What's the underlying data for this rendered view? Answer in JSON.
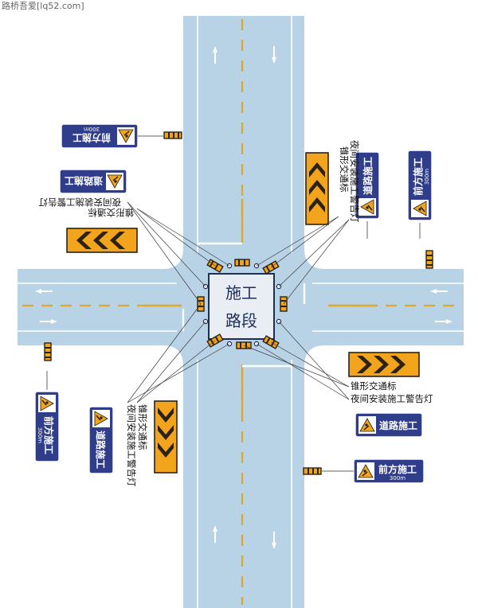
{
  "watermark": "路桥吾爱[lq52.com]",
  "work_zone": {
    "line1": "施工",
    "line2": "路段"
  },
  "signs": {
    "road_works": "道路施工",
    "works_ahead": "前方施工",
    "distance": "300m"
  },
  "notes": {
    "cone": "锥形交通标",
    "night_lamp": "夜间安装施工警告灯"
  },
  "colors": {
    "road": "#b9d3e6",
    "center_line": "#e0a82a",
    "sign_blue": "#2f3d8a",
    "sign_orange": "#f2a51c",
    "chevron": "#2a2217"
  }
}
